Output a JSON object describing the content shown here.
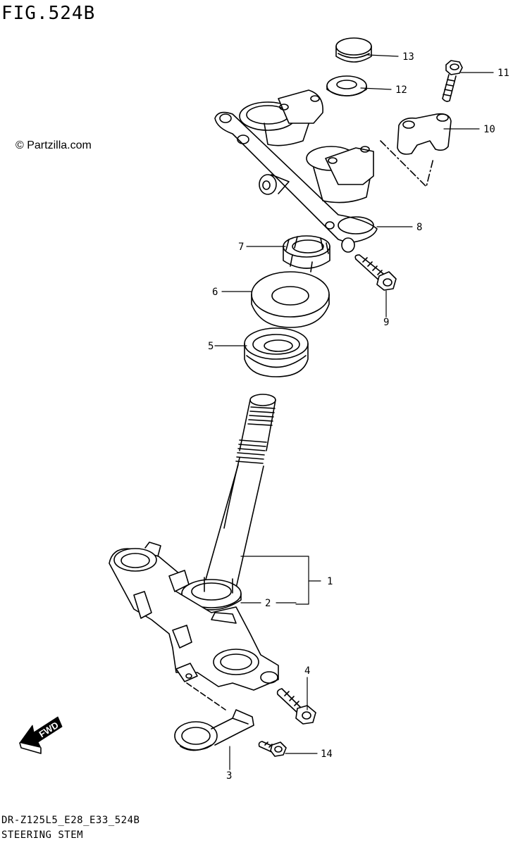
{
  "figure": {
    "title": "FIG.524B"
  },
  "copyright": "© Partzilla.com",
  "footer": {
    "model_code": "DR-Z125L5_E28_E33_524B",
    "section_name": "STEERING STEM"
  },
  "fwd_label": "FWD",
  "callouts": [
    "1",
    "2",
    "3",
    "4",
    "5",
    "6",
    "7",
    "8",
    "9",
    "10",
    "11",
    "12",
    "13",
    "14"
  ]
}
